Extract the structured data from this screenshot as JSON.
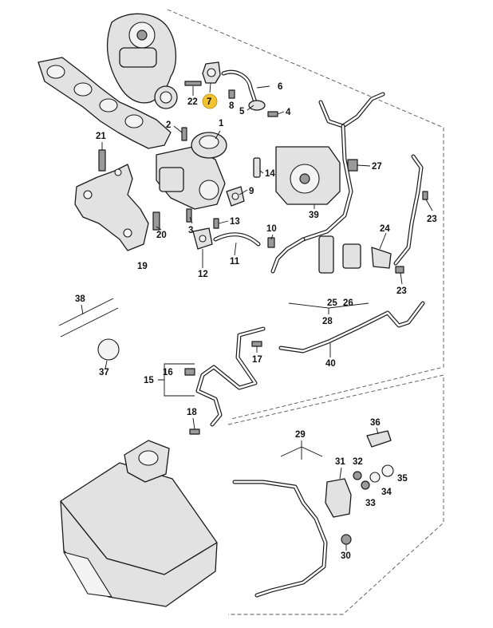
{
  "diagram": {
    "highlight_color": "#f2c230",
    "callouts": [
      {
        "id": "c1",
        "label": "1"
      },
      {
        "id": "c2",
        "label": "2"
      },
      {
        "id": "c3",
        "label": "3"
      },
      {
        "id": "c4",
        "label": "4"
      },
      {
        "id": "c5",
        "label": "5"
      },
      {
        "id": "c6",
        "label": "6"
      },
      {
        "id": "c7",
        "label": "7"
      },
      {
        "id": "c8",
        "label": "8"
      },
      {
        "id": "c9",
        "label": "9"
      },
      {
        "id": "c10",
        "label": "10"
      },
      {
        "id": "c11",
        "label": "11"
      },
      {
        "id": "c12",
        "label": "12"
      },
      {
        "id": "c13",
        "label": "13"
      },
      {
        "id": "c14",
        "label": "14"
      },
      {
        "id": "c15",
        "label": "15"
      },
      {
        "id": "c16",
        "label": "16"
      },
      {
        "id": "c17",
        "label": "17"
      },
      {
        "id": "c18",
        "label": "18"
      },
      {
        "id": "c19",
        "label": "19"
      },
      {
        "id": "c20",
        "label": "20"
      },
      {
        "id": "c21",
        "label": "21"
      },
      {
        "id": "c22",
        "label": "22"
      },
      {
        "id": "c23a",
        "label": "23"
      },
      {
        "id": "c23b",
        "label": "23"
      },
      {
        "id": "c24",
        "label": "24"
      },
      {
        "id": "c25",
        "label": "25"
      },
      {
        "id": "c26",
        "label": "26"
      },
      {
        "id": "c27",
        "label": "27"
      },
      {
        "id": "c28",
        "label": "28"
      },
      {
        "id": "c29",
        "label": "29"
      },
      {
        "id": "c30",
        "label": "30"
      },
      {
        "id": "c31",
        "label": "31"
      },
      {
        "id": "c32",
        "label": "32"
      },
      {
        "id": "c33",
        "label": "33"
      },
      {
        "id": "c34",
        "label": "34"
      },
      {
        "id": "c35",
        "label": "35"
      },
      {
        "id": "c36",
        "label": "36"
      },
      {
        "id": "c37",
        "label": "37"
      },
      {
        "id": "c38",
        "label": "38"
      },
      {
        "id": "c39",
        "label": "39"
      },
      {
        "id": "c40",
        "label": "40"
      }
    ]
  }
}
